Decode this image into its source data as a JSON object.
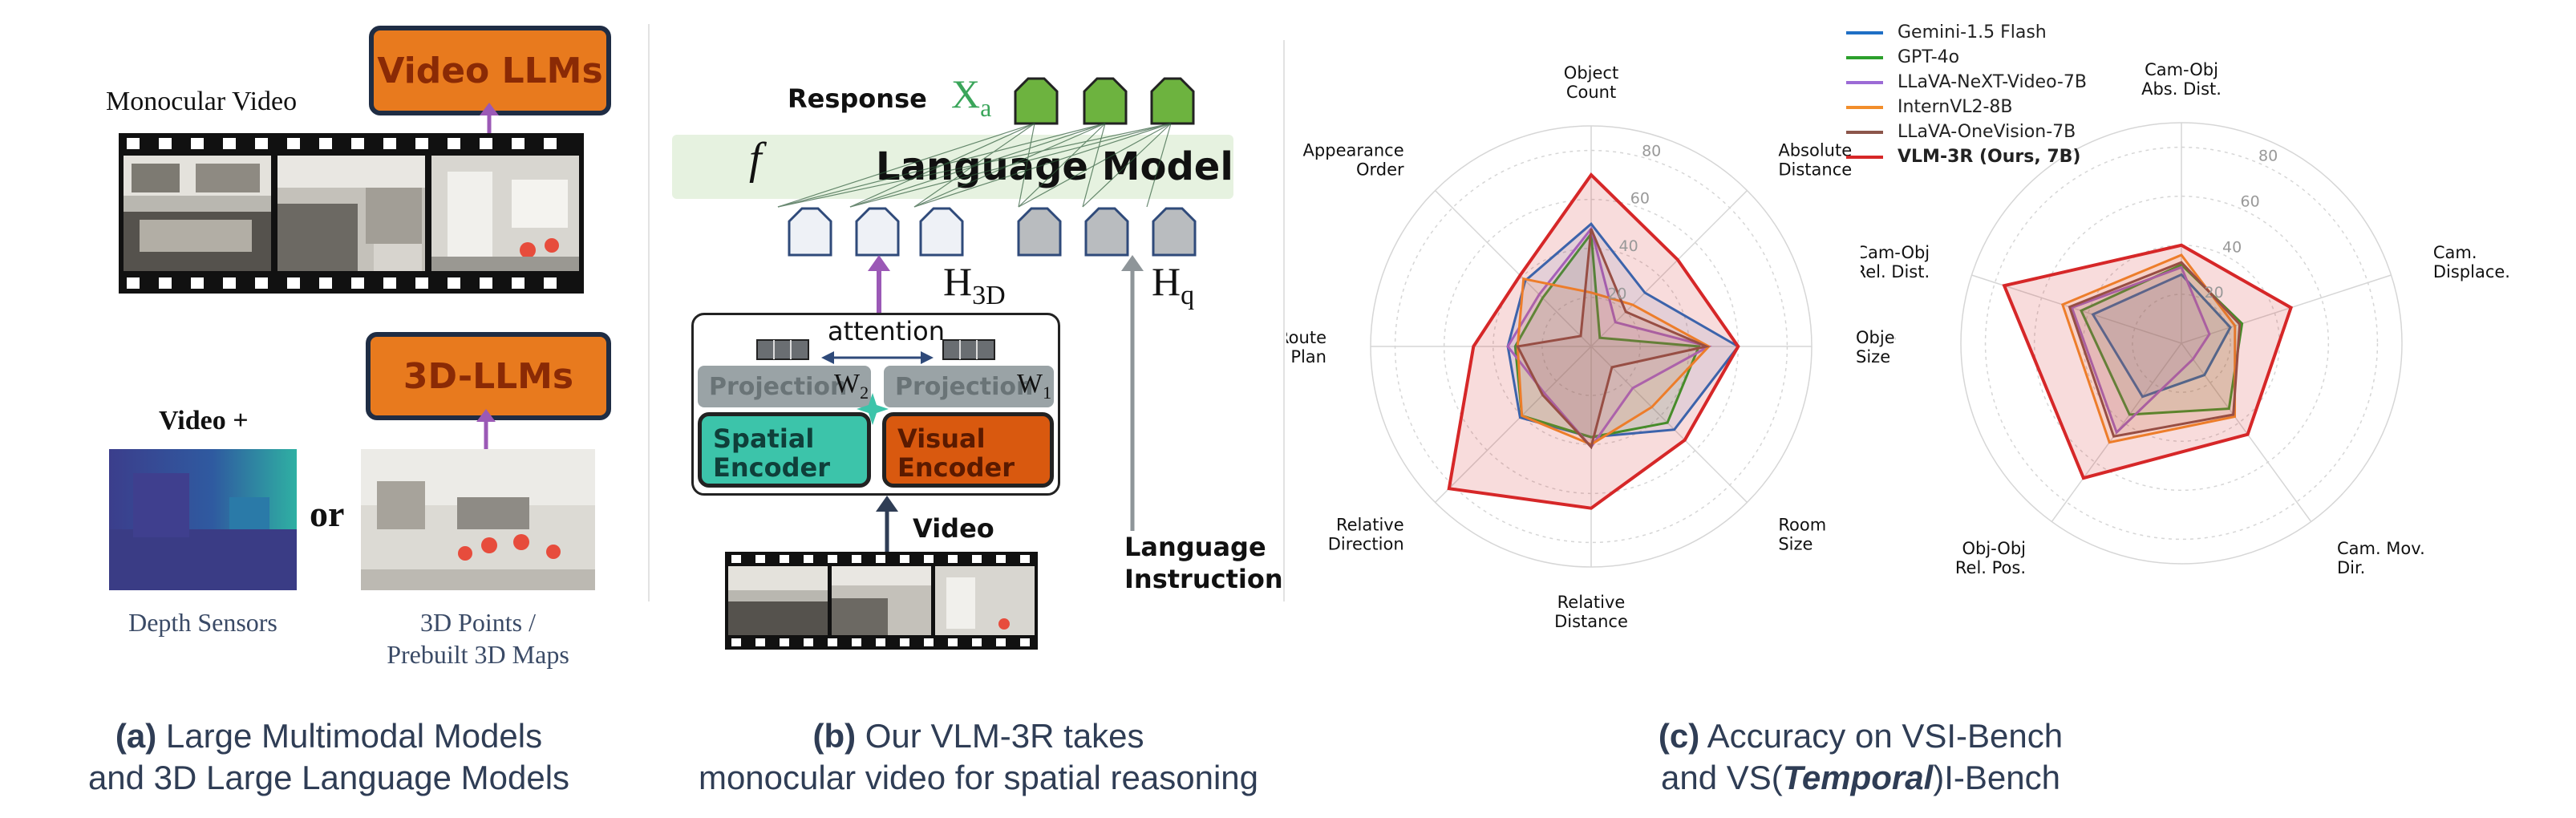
{
  "panel_a": {
    "monocular_video_label": "Monocular Video",
    "video_llms_label": "Video LLMs",
    "video_plus_label": "Video +",
    "llms3d_label": "3D-LLMs",
    "or_label": "or",
    "depth_sensors_label": "Depth Sensors",
    "points_label_line1": "3D Points /",
    "points_label_line2": "Prebuilt 3D Maps",
    "caption_prefix": "(a)",
    "caption_line1": " Large Multimodal Models",
    "caption_line2": "and 3D Large Language Models"
  },
  "panel_b": {
    "response_label": "Response",
    "xa_main": "X",
    "xa_sub": "a",
    "f_label": "f",
    "language_model_label": "Language Model",
    "h3d_main": "H",
    "h3d_sub": "3D",
    "hq_main": "H",
    "hq_sub": "q",
    "attention_label": "attention",
    "projection_label": "Projection",
    "w2_main": "W",
    "w2_sub": "2",
    "w1_main": "W",
    "w1_sub": "1",
    "spatial_encoder_line1": "Spatial",
    "spatial_encoder_line2": "Encoder",
    "visual_encoder_line1": "Visual",
    "visual_encoder_line2": "Encoder",
    "video_label": "Video",
    "language_instruction_line1": "Language",
    "language_instruction_line2": "Instruction",
    "caption_prefix": "(b)",
    "caption_line1": " Our VLM-3R takes",
    "caption_line2": "monocular video for spatial reasoning"
  },
  "panel_c": {
    "caption_prefix": "(c)",
    "caption_line1": " Accuracy on VSI-Bench",
    "caption_line2_a": "and VS(",
    "caption_line2_b": "Temporal",
    "caption_line2_c": ")I-Bench"
  },
  "colors": {
    "orange_box": "#e87a1e",
    "teal_encoder": "#3cc4aa",
    "visual_encoder": "#d9590f",
    "green_token": "#6db33f",
    "purple_arrow": "#9b59b6",
    "lm_band": "#e6f2e0"
  },
  "chart_data": [
    {
      "type": "radar",
      "axes": [
        "Object\nCount",
        "Absolute\nDistance",
        "Object\nSize",
        "Room\nSize",
        "Relative\nDistance",
        "Relative\nDirection",
        "Route\nPlan",
        "Appearance\nOrder"
      ],
      "rlim": [
        0,
        90
      ],
      "rticks": [
        20,
        40,
        60,
        80
      ],
      "grid": true,
      "series": [
        {
          "name": "Gemini-1.5 Flash",
          "color": "#1f6fc5",
          "values": [
            50,
            31,
            60,
            48,
            37,
            41,
            34,
            38
          ]
        },
        {
          "name": "GPT-4o",
          "color": "#2ca02c",
          "values": [
            46,
            5,
            44,
            44,
            37,
            40,
            31,
            28
          ]
        },
        {
          "name": "LLaVA-NeXT-Video-7B",
          "color": "#9c6bd6",
          "values": [
            48,
            14,
            48,
            24,
            41,
            27,
            34,
            30
          ]
        },
        {
          "name": "InternVL2-8B",
          "color": "#f28e2b",
          "values": [
            22,
            24,
            48,
            35,
            40,
            40,
            30,
            39
          ]
        },
        {
          "name": "LLaVA-OneVision-7B",
          "color": "#8c564b",
          "values": [
            48,
            20,
            47,
            12,
            41,
            28,
            30,
            6
          ]
        },
        {
          "name": "VLM-3R (Ours, 7B)",
          "color": "#d62728",
          "values": [
            70,
            50,
            60,
            54,
            66,
            82,
            48,
            41
          ]
        }
      ]
    },
    {
      "type": "radar",
      "axes": [
        "Cam-Obj\nAbs. Dist.",
        "Cam.\nDisplace.",
        "Cam. Mov.\nDir.",
        "Obj-Obj\nRel. Pos.",
        "Cam-Obj\nRel. Dist."
      ],
      "rlim": [
        0,
        90
      ],
      "rticks": [
        20,
        40,
        60,
        80
      ],
      "grid": true,
      "series": [
        {
          "name": "Gemini-1.5 Flash",
          "color": "#1f6fc5",
          "values": [
            28,
            21,
            16,
            27,
            38
          ]
        },
        {
          "name": "GPT-4o",
          "color": "#2ca02c",
          "values": [
            32,
            26,
            33,
            36,
            43
          ]
        },
        {
          "name": "LLaVA-NeXT-Video-7B",
          "color": "#9c6bd6",
          "values": [
            31,
            12,
            8,
            45,
            47
          ]
        },
        {
          "name": "InternVL2-8B",
          "color": "#f28e2b",
          "values": [
            36,
            23,
            37,
            50,
            51
          ]
        },
        {
          "name": "LLaVA-OneVision-7B",
          "color": "#8c564b",
          "values": [
            33,
            25,
            36,
            47,
            48
          ]
        },
        {
          "name": "VLM-3R (Ours, 7B)",
          "color": "#d62728",
          "values": [
            40,
            47,
            46,
            68,
            76
          ]
        }
      ]
    }
  ]
}
